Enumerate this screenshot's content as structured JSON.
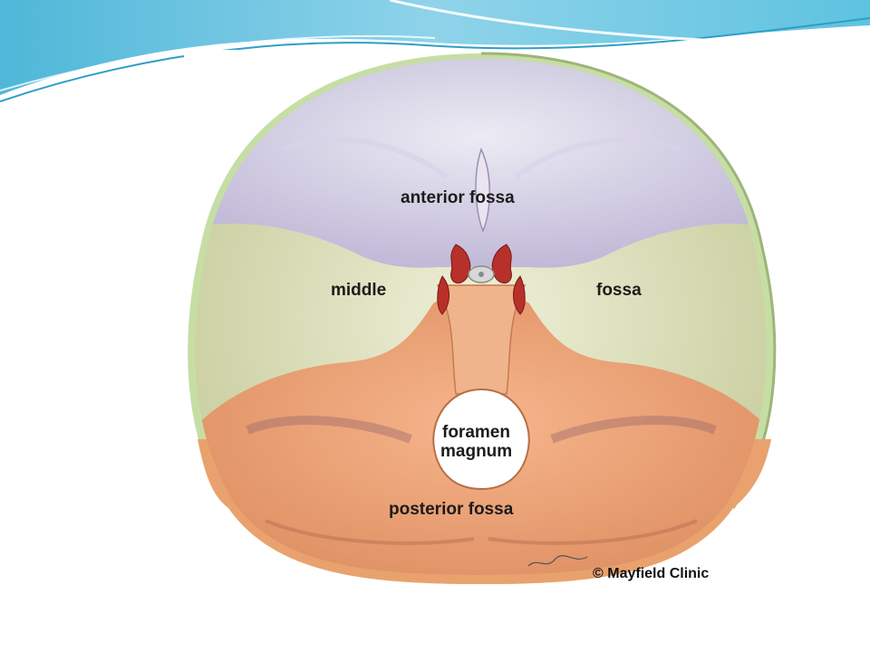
{
  "labels": {
    "anterior_fossa": "anterior fossa",
    "middle": "middle",
    "fossa": "fossa",
    "foramen": "foramen",
    "magnum": "magnum",
    "posterior_fossa": "posterior fossa"
  },
  "credit": "© Mayfield Clinic",
  "colors": {
    "header_blue": "#5bc0de",
    "anterior_fossa": "#c7c0da",
    "middle_fossa": "#cfd3a6",
    "posterior_fossa": "#e9a277",
    "bone_rim": "#bfd9a0",
    "artery": "#b8302a"
  },
  "icons": [
    "header-swoosh",
    "skull-base-illustration"
  ]
}
